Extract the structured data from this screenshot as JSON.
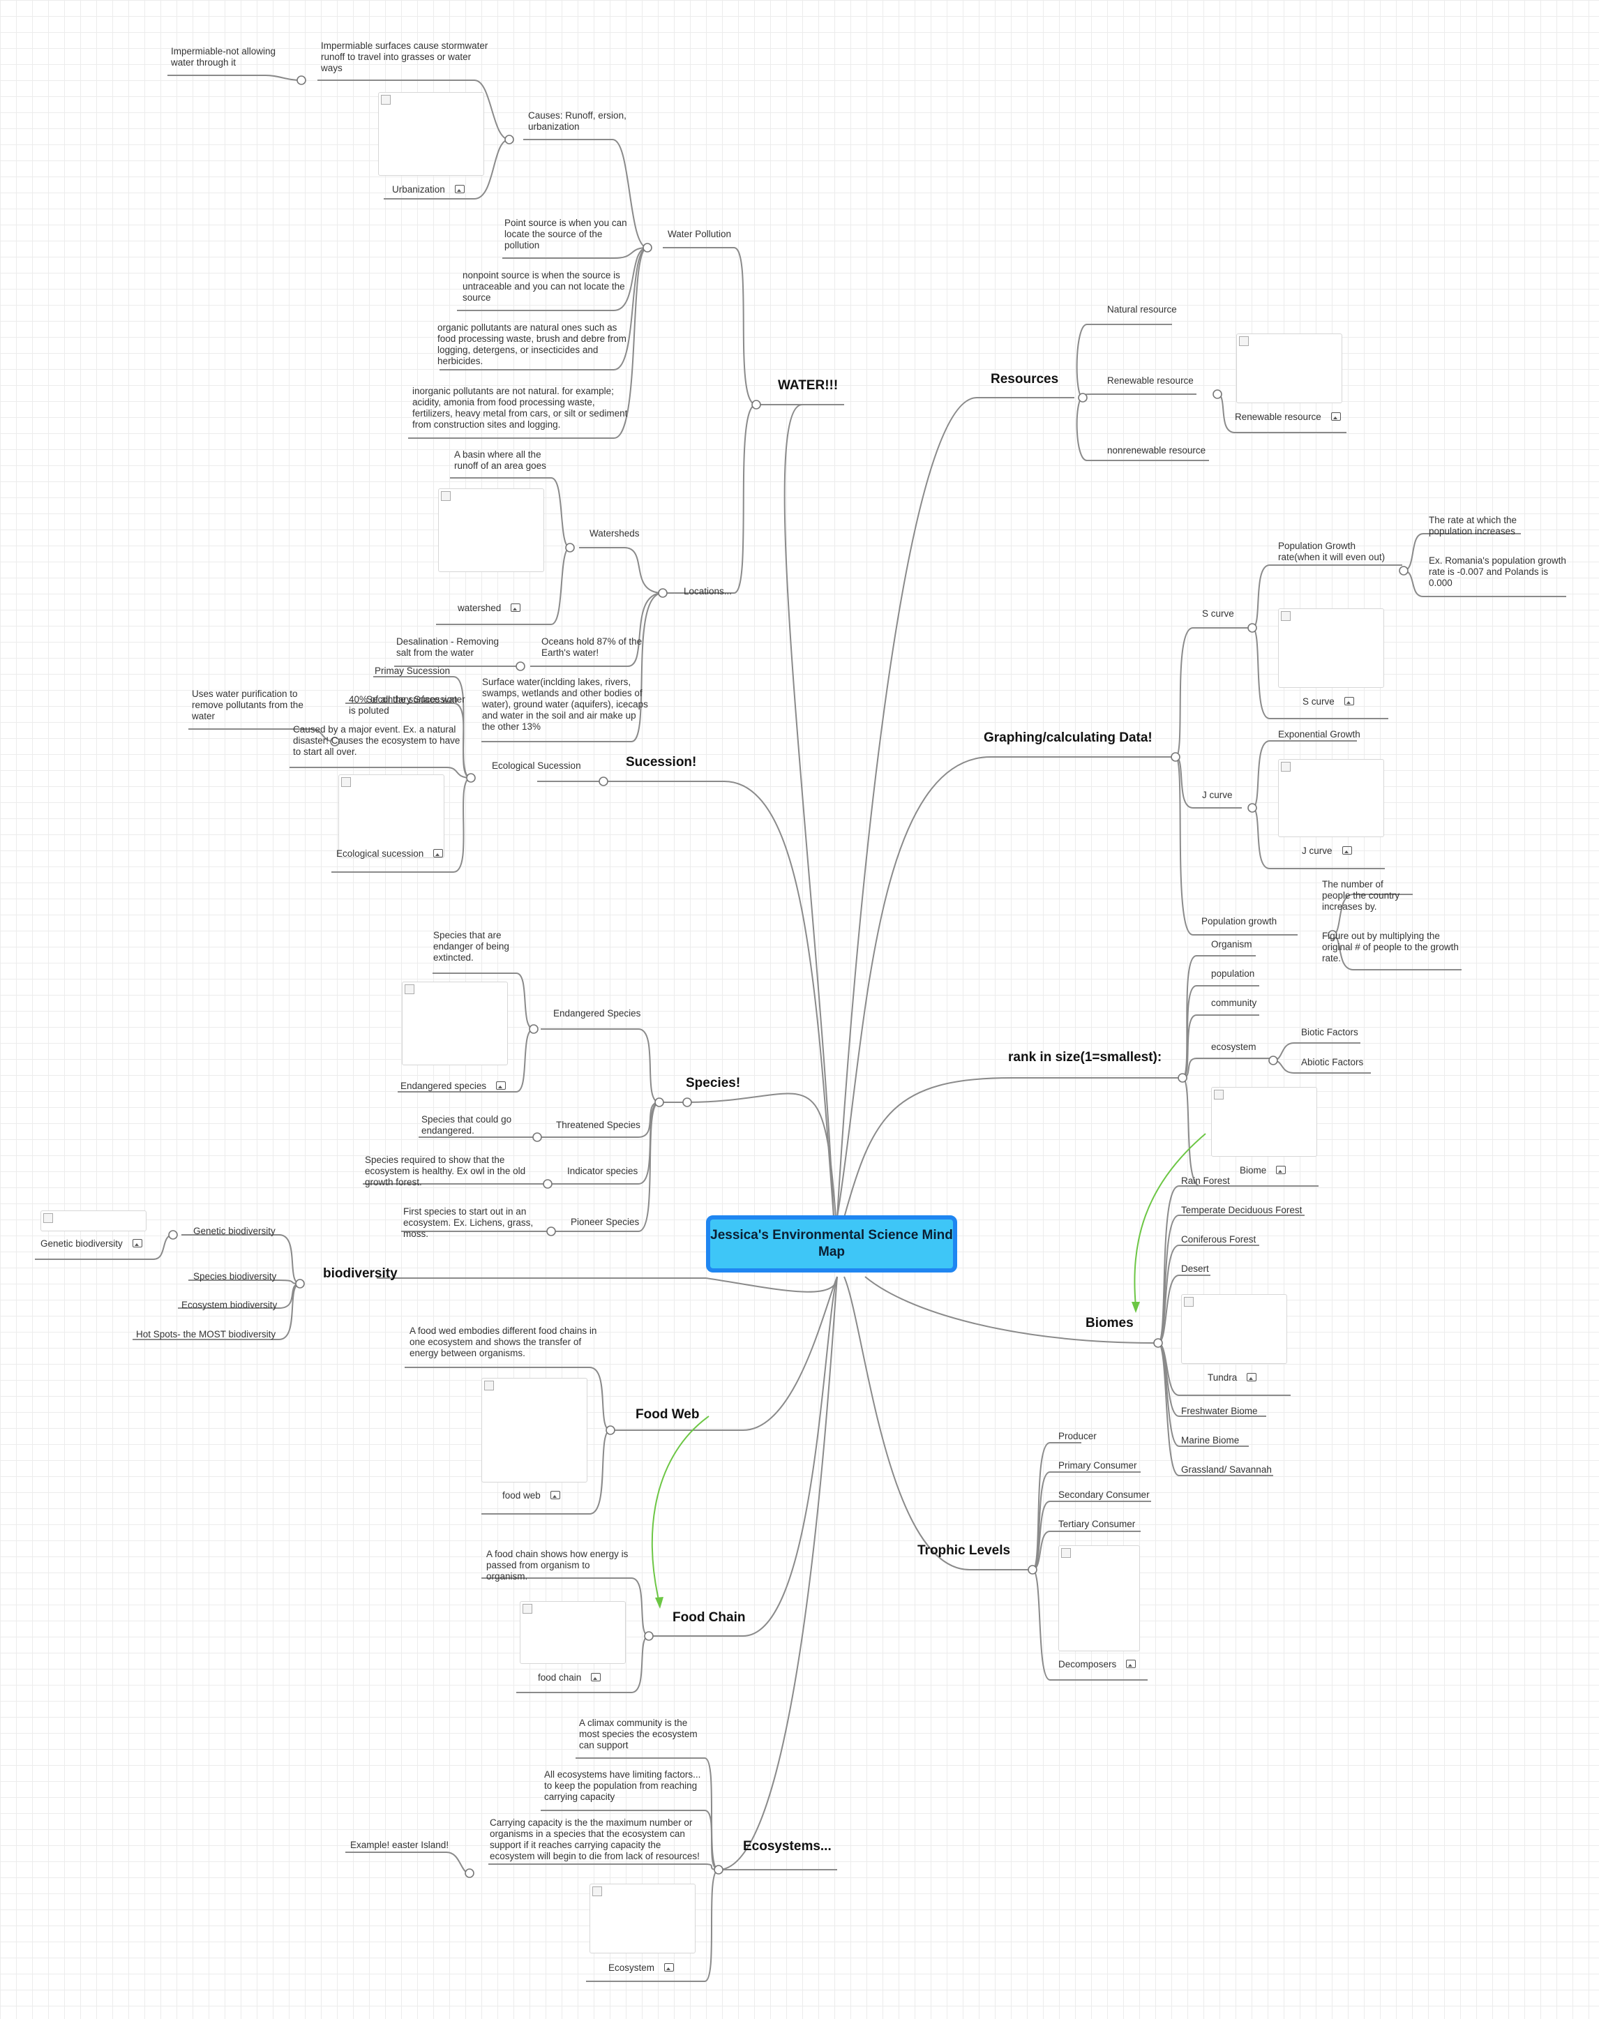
{
  "center_title": "Jessica's Environmental Science Mind Map",
  "topics": {
    "water": "WATER!!!",
    "resources": "Resources",
    "graphing": "Graphing/calculating Data!",
    "rank": "rank in size(1=smallest):",
    "biomes": "Biomes",
    "trophic": "Trophic Levels",
    "sucession": "Sucession!",
    "species": "Species!",
    "biodiversity": "biodiversity",
    "foodweb": "Food Web",
    "foodchain": "Food Chain",
    "ecosystems": "Ecosystems..."
  },
  "water": {
    "pollution": "Water Pollution",
    "causes": "Causes: Runoff, ersion, urbanization",
    "imperm_surfaces": "Impermiable surfaces cause stormwater runoff to travel into grasses or water ways",
    "imperm_def": "Impermiable-not allowing water through it",
    "urbanization_img": "Urbanization",
    "point_source": "Point source is when you can locate the source of the pollution",
    "nonpoint_source": "nonpoint source is when the source is untraceable and you can not locate the source",
    "organic": "organic pollutants are natural ones such as food processing waste, brush and debre from logging, detergens, or insecticides and herbicides.",
    "inorganic": "inorganic pollutants are not natural. for example; acidity, amonia from food processing waste, fertilizers, heavy metal from cars, or silt or sediment from construction sites and logging.",
    "locations": "Locations...",
    "watersheds": "Watersheds",
    "basin": "A basin where all the runoff of an area goes",
    "watershed_img": "watershed",
    "oceans": "Oceans hold 87% of the Earth's water!",
    "desalination": "Desalination - Removing salt from the water",
    "surface": "Surface water(inclding lakes, rivers, swamps, wetlands and other bodies of water), ground water (aquifers), icecaps and water in the soil and air make up the other 13%",
    "surface_polluted": "40% of all the surface water is poluted",
    "purification": "Uses water purification to remove pollutants from the water"
  },
  "sucession": {
    "primary": "Primay Sucession",
    "secondary": "Secondary Sucession",
    "ecological": "Ecological Sucession",
    "major_event": "Caused by a major event. Ex. a natural disaster! Causes the ecosystem to have to start all over.",
    "img": "Ecological sucession"
  },
  "species": {
    "endangered": "Endangered Species",
    "endangered_def": "Species that are endanger of being extincted.",
    "endangered_img": "Endangered species",
    "threatened": "Threatened Species",
    "threatened_def": "Species that could go endangered.",
    "indicator": "Indicator species",
    "indicator_def": "Species required to show that the ecosystem is healthy. Ex owl in the old growth forest.",
    "pioneer": "Pioneer Species",
    "pioneer_def": "First species to start out in an ecosystem. Ex. Lichens, grass, moss."
  },
  "biodiversity": {
    "genetic": "Genetic biodiversity",
    "genetic_img": "Genetic biodiversity",
    "species": "Species biodiversity",
    "ecosystem": "Ecosystem biodiversity",
    "hotspots": "Hot Spots- the MOST biodiversity"
  },
  "foodweb": {
    "def": "A food wed embodies different food chains in one ecosystem and shows the transfer of energy between organisms.",
    "img": "food web"
  },
  "foodchain": {
    "def": "A food chain shows how energy is passed from organism to organism.",
    "img": "food chain"
  },
  "ecosystems": {
    "climax": "A climax community is the most species the ecosystem can support",
    "limiting": "All ecosystems have limiting factors... to keep the population from reaching carrying capacity",
    "carrying": "Carrying capacity is the the maximum number or organisms in a species that the ecosystem can support if it reaches carrying capacity the ecosystem will begin to die from lack of resources!",
    "easter": "Example! easter Island!",
    "img": "Ecosystem"
  },
  "resources": {
    "natural": "Natural resource",
    "renewable": "Renewable resource",
    "renewable_img": "Renewable resource",
    "nonrenewable": "nonrenewable resource"
  },
  "graphing": {
    "s_curve": "S curve",
    "pop_growth_rate": "Population Growth rate(when it will even out)",
    "rate_def": "The rate at which the population increases",
    "romania": "Ex. Romania's population growth rate is -0.007 and Polands is 0.000",
    "s_curve_img": "S curve",
    "j_curve": "J curve",
    "exponential": "Exponential Growth",
    "j_curve_img": "J curve",
    "pop_growth": "Population growth",
    "pop_growth_def": "The number of people the country increases by.",
    "figure_out": "Figure out by multiplying the original # of people to the growth rate."
  },
  "rank": {
    "organism": "Organism",
    "population": "population",
    "community": "community",
    "ecosystem": "ecosystem",
    "biotic": "Biotic Factors",
    "abiotic": "Abiotic Factors",
    "biome_img": "Biome"
  },
  "biomes": {
    "rainforest": "Rain Forest",
    "temperate": "Temperate Deciduous Forest",
    "coniferous": "Coniferous Forest",
    "desert": "Desert",
    "tundra_img": "Tundra",
    "freshwater": "Freshwater Biome",
    "marine": "Marine Biome",
    "grassland": "Grassland/ Savannah"
  },
  "trophic": {
    "producer": "Producer",
    "primary": "Primary Consumer",
    "secondary": "Secondary Consumer",
    "tertiary": "Tertiary Consumer",
    "decomposers_img": "Decomposers"
  },
  "colors": {
    "line": "#8a8a8a",
    "center_fill": "#3ec6f7",
    "center_border": "#1f86f1",
    "arrow": "#6cc644",
    "grid": "#ececec"
  }
}
